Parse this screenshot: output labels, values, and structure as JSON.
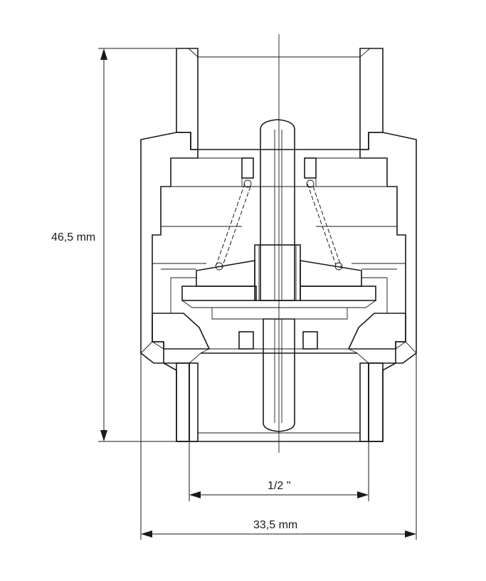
{
  "dimensions": {
    "height_label": "46,5 mm",
    "thread_label": "1/2 \"",
    "width_label": "33,5 mm"
  }
}
